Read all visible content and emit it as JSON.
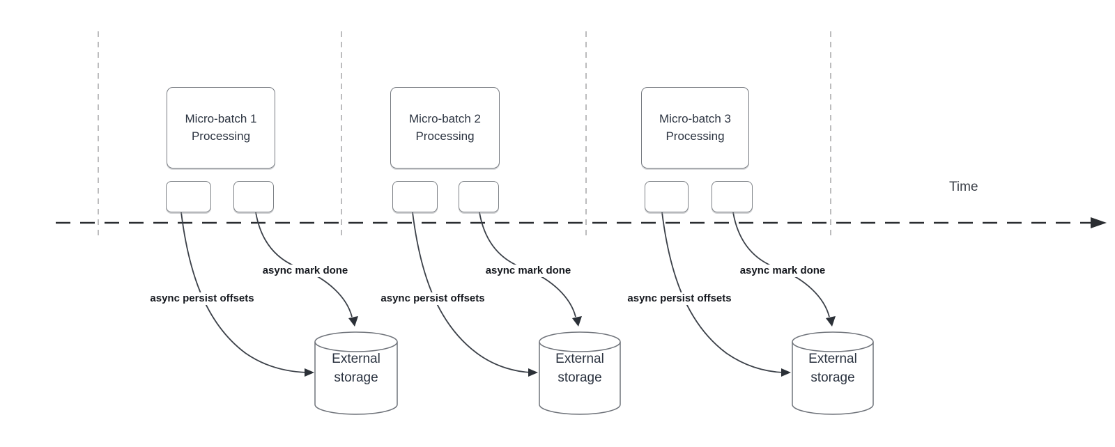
{
  "timeline": {
    "label": "Time"
  },
  "groups": [
    {
      "title": "Micro-batch 1\nProcessing",
      "persist_label": "async persist offsets",
      "mark_done_label": "async mark done",
      "storage_label": "External\nstorage"
    },
    {
      "title": "Micro-batch 2\nProcessing",
      "persist_label": "async persist offsets",
      "mark_done_label": "async mark done",
      "storage_label": "External\nstorage"
    },
    {
      "title": "Micro-batch 3\nProcessing",
      "persist_label": "async persist offsets",
      "mark_done_label": "async mark done",
      "storage_label": "External\nstorage"
    }
  ],
  "colors": {
    "background": "#ffffff",
    "shape_border": "#75797f",
    "shape_text": "#2b3340",
    "label_text": "#16191f",
    "timeline_line": "#2a2d31",
    "guide_line": "#ababad",
    "connector": "#3b4048"
  }
}
